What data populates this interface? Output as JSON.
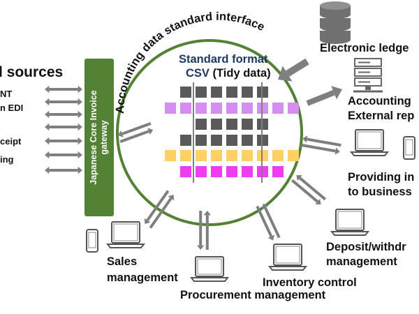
{
  "interface_title": "Accounting data standard interface",
  "standard_format": {
    "line1": "Standard format",
    "line2_prefix": "CSV",
    "line2_suffix": "(Tidy data)"
  },
  "gateway": {
    "line1": "Japanese Core Invoice",
    "line2": "gateway"
  },
  "left_sources": {
    "title": "l sources",
    "items": [
      "NT",
      "n EDI",
      "ceipt",
      "ing"
    ]
  },
  "nodes": {
    "electronic_ledger": "Electronic ledge",
    "accounting_line1": "Accounting",
    "accounting_line2": "External rep",
    "providing_line1": "Providing in",
    "providing_line2": "to business",
    "deposit_line1": "Deposit/withdr",
    "deposit_line2": "management",
    "inventory": "Inventory control",
    "procurement": "Procurement management",
    "sales_line1": "Sales",
    "sales_line2": "management"
  },
  "colors": {
    "gray": "#5a5a5a",
    "violet": "#d48ef0",
    "yellow": "#ffd064",
    "magenta": "#f03cf0",
    "green": "#548235",
    "navy": "#1f3864",
    "arrow": "#7f7f7f"
  },
  "icons": [
    "database-icon",
    "server-icon",
    "laptop-icon",
    "smartphone-icon",
    "bidirectional-arrow-icon",
    "arrow-icon"
  ]
}
